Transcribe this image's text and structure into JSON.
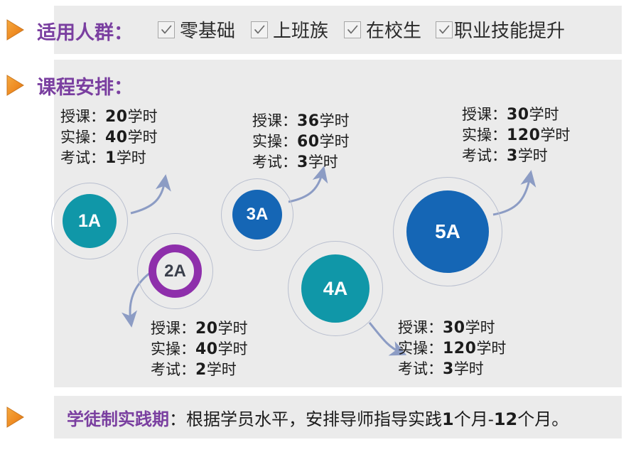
{
  "sections": {
    "audience": {
      "bullet_icon": "orange-triangle-icon",
      "label": "适用人群：",
      "checkboxes": [
        {
          "icon": "checkbox-checked-icon",
          "label": "零基础",
          "checked": true
        },
        {
          "icon": "checkbox-checked-icon",
          "label": "上班族",
          "checked": true
        },
        {
          "icon": "checkbox-checked-icon",
          "label": "在校生",
          "checked": true
        },
        {
          "icon": "checkbox-checked-icon",
          "label": "职业技能提升",
          "checked": true
        }
      ]
    },
    "schedule": {
      "bullet_icon": "orange-triangle-icon",
      "label": "课程安排："
    },
    "apprenticeship": {
      "bullet_icon": "orange-triangle-icon",
      "lead": "学徒制实践期",
      "separator": "：",
      "body_before": "根据学员水平，安排导师指导实践",
      "range_start": "1",
      "range_mid": "个月-",
      "range_end": "12",
      "body_after": "个月。"
    }
  },
  "nodes": [
    {
      "id": "1A",
      "label": "1A",
      "style": "filled-teal",
      "color": "#1097a8"
    },
    {
      "id": "2A",
      "label": "2A",
      "style": "ring-purple",
      "color": "#8e2fab"
    },
    {
      "id": "3A",
      "label": "3A",
      "style": "filled-blue",
      "color": "#1566b5"
    },
    {
      "id": "4A",
      "label": "4A",
      "style": "filled-teal",
      "color": "#1097a8"
    },
    {
      "id": "5A",
      "label": "5A",
      "style": "filled-blue",
      "color": "#1566b5"
    }
  ],
  "info_blocks": [
    {
      "node": "1A",
      "rows": [
        {
          "label": "授课：",
          "value": "20",
          "unit": "学时"
        },
        {
          "label": "实操：",
          "value": "40",
          "unit": "学时"
        },
        {
          "label": "考试：",
          "value": "1",
          "unit": "学时"
        }
      ]
    },
    {
      "node": "2A",
      "rows": [
        {
          "label": "授课：",
          "value": "20",
          "unit": "学时"
        },
        {
          "label": "实操：",
          "value": "40",
          "unit": "学时"
        },
        {
          "label": "考试：",
          "value": "2",
          "unit": "学时"
        }
      ]
    },
    {
      "node": "3A",
      "rows": [
        {
          "label": "授课：",
          "value": "36",
          "unit": "学时"
        },
        {
          "label": "实操：",
          "value": "60",
          "unit": "学时"
        },
        {
          "label": "考试：",
          "value": "3",
          "unit": "学时"
        }
      ]
    },
    {
      "node": "4A",
      "rows": [
        {
          "label": "授课：",
          "value": "30",
          "unit": "学时"
        },
        {
          "label": "实操：",
          "value": "120",
          "unit": "学时"
        },
        {
          "label": "考试：",
          "value": "3",
          "unit": "学时"
        }
      ]
    },
    {
      "node": "5A",
      "rows": [
        {
          "label": "授课：",
          "value": "30",
          "unit": "学时"
        },
        {
          "label": "实操：",
          "value": "120",
          "unit": "学时"
        },
        {
          "label": "考试：",
          "value": "3",
          "unit": "学时"
        }
      ]
    }
  ],
  "colors": {
    "panel_bg": "#ebebeb",
    "page_bg": "#ffffff",
    "heading_purple": "#7a3fa0",
    "bullet_orange": "#ef8c23",
    "teal": "#1097a8",
    "blue": "#1566b5",
    "purple_ring": "#8e2fab",
    "arrow_blue": "#8c9cc4",
    "ring_gray": "#b9bfcf",
    "body_text": "#1c1c1c"
  }
}
